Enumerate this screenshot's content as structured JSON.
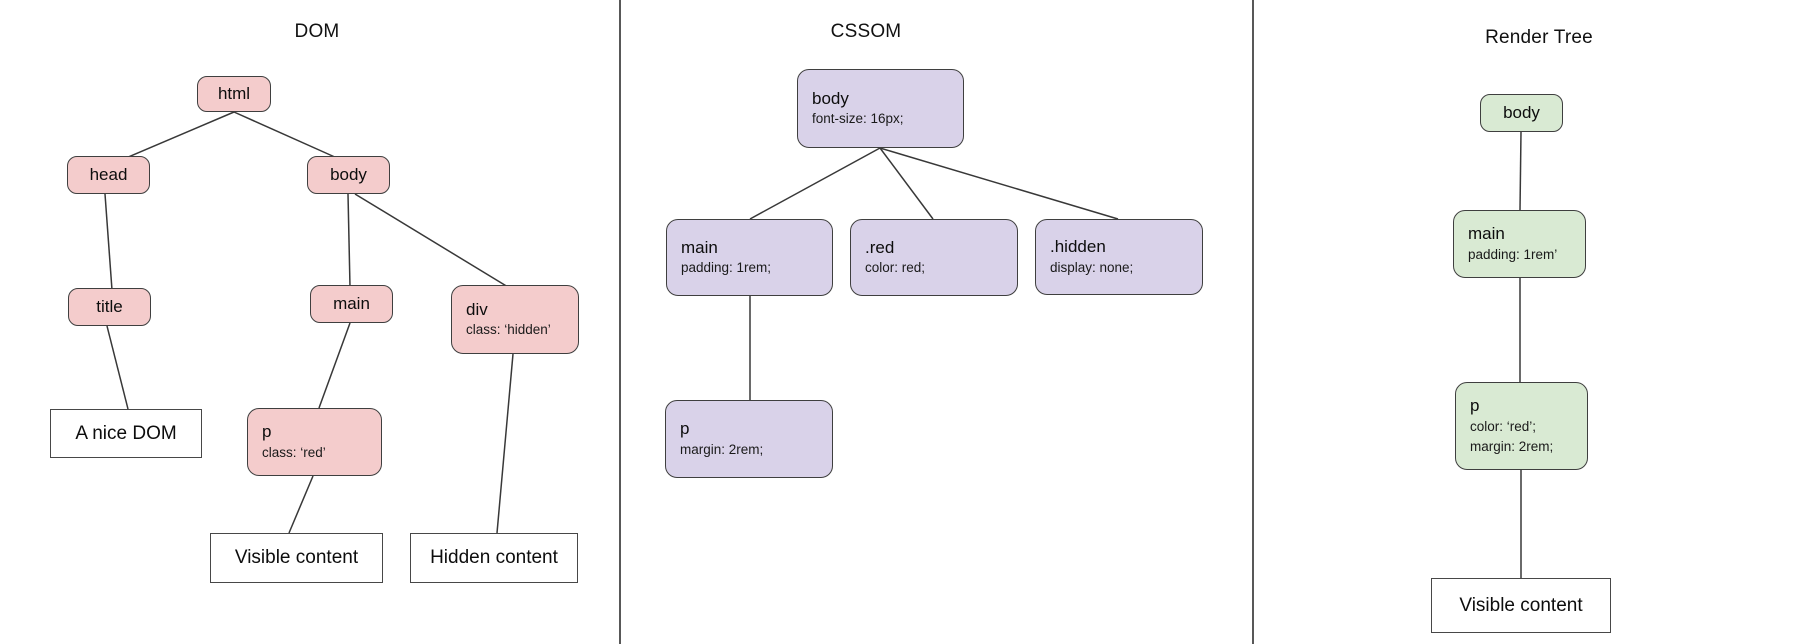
{
  "diagram": {
    "colors": {
      "dom_node_fill": "#f4cccc",
      "cssom_node_fill": "#d9d2e9",
      "render_node_fill": "#d9ead3",
      "content_node_fill": "#ffffff",
      "node_border": "#3f3f3f",
      "connector_line": "#383838"
    },
    "panels": [
      {
        "title": "DOM",
        "nodes": [
          {
            "id": "html",
            "label": "html"
          },
          {
            "id": "head",
            "label": "head"
          },
          {
            "id": "body",
            "label": "body"
          },
          {
            "id": "title",
            "label": "title"
          },
          {
            "id": "main",
            "label": "main"
          },
          {
            "id": "div",
            "label": "div",
            "props": [
              "class: ‘hidden’"
            ]
          },
          {
            "id": "p",
            "label": "p",
            "props": [
              "class: ‘red’"
            ]
          },
          {
            "id": "text-a-nice-dom",
            "label": "A nice DOM",
            "type": "content"
          },
          {
            "id": "text-visible",
            "label": "Visible content",
            "type": "content"
          },
          {
            "id": "text-hidden",
            "label": "Hidden content",
            "type": "content"
          }
        ]
      },
      {
        "title": "CSSOM",
        "nodes": [
          {
            "id": "body",
            "label": "body",
            "props": [
              "font-size: 16px;"
            ]
          },
          {
            "id": "main",
            "label": "main",
            "props": [
              "padding: 1rem;"
            ]
          },
          {
            "id": "red",
            "label": ".red",
            "props": [
              "color: red;"
            ]
          },
          {
            "id": "hidden",
            "label": ".hidden",
            "props": [
              "display: none;"
            ]
          },
          {
            "id": "p",
            "label": "p",
            "props": [
              "margin: 2rem;"
            ]
          }
        ]
      },
      {
        "title": "Render Tree",
        "nodes": [
          {
            "id": "body",
            "label": "body"
          },
          {
            "id": "main",
            "label": "main",
            "props": [
              "padding: 1rem’"
            ]
          },
          {
            "id": "p",
            "label": "p",
            "props": [
              "color: ‘red’;",
              "margin: 2rem;"
            ]
          },
          {
            "id": "text-visible",
            "label": "Visible content",
            "type": "content"
          }
        ]
      }
    ]
  }
}
